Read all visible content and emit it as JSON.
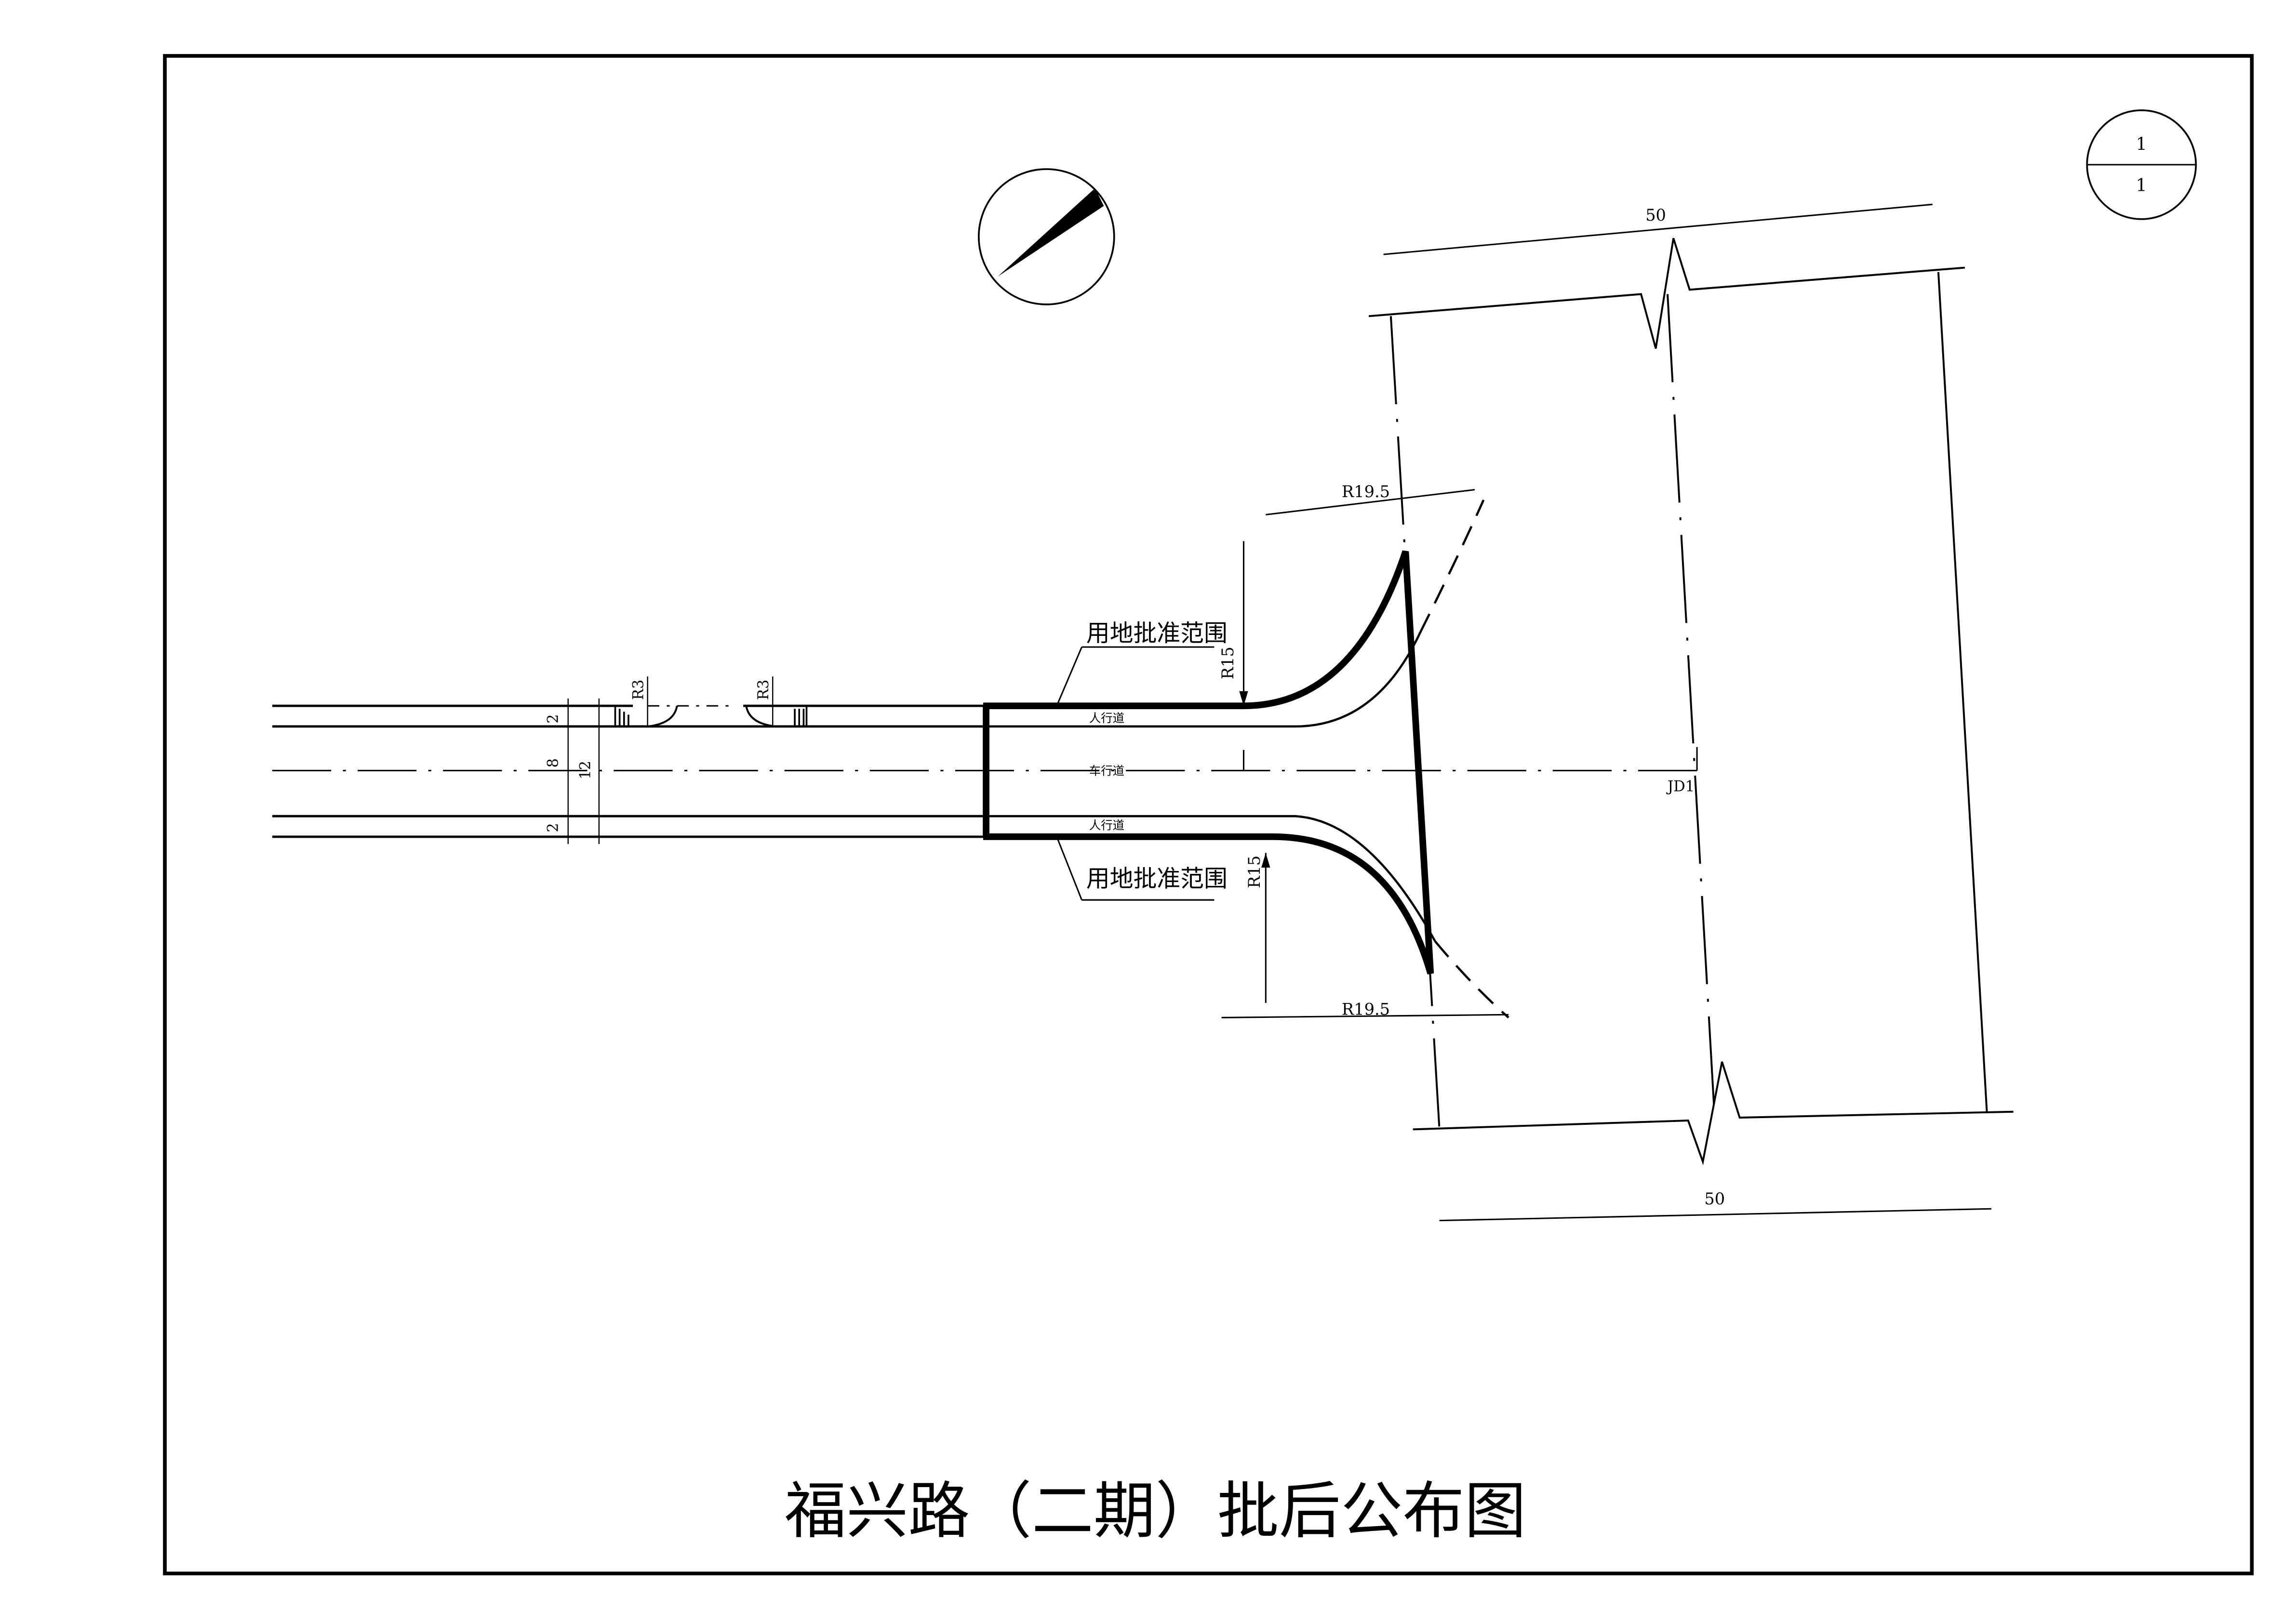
{
  "title": "福兴路（二期）批后公布图",
  "sheet": {
    "number": "1",
    "total": "1"
  },
  "labels": {
    "approved_scope_top": "用地批准范围",
    "approved_scope_bottom": "用地批准范围",
    "sidewalk_top": "人行道",
    "carriageway": "车行道",
    "sidewalk_bottom": "人行道",
    "junction": "JD1"
  },
  "dimensions": {
    "width_top": "50",
    "width_bottom": "50",
    "radius_outer_top": "R19.5",
    "radius_outer_bottom": "R19.5",
    "radius_curb_top": "R15",
    "radius_curb_bottom": "R15",
    "radius_small_1": "R3",
    "radius_small_2": "R3",
    "sidewalk_w_top": "2",
    "carriage_w": "8",
    "total_w": "12",
    "sidewalk_w_bottom": "2"
  }
}
